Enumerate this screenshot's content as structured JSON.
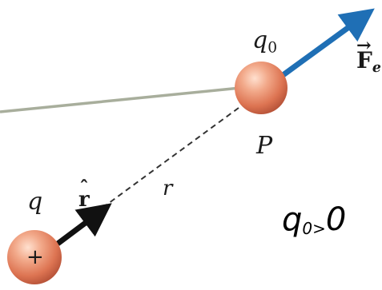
{
  "labels": {
    "source_charge": "q",
    "source_sign": "+",
    "unit_vector": "r",
    "distance": "r",
    "test_charge_base": "q",
    "test_charge_sub": "0",
    "point": "P",
    "force_base": "F",
    "force_sub": "e",
    "condition_base": "q",
    "condition_sub": "0",
    "condition_op": ">",
    "condition_value": "0"
  },
  "colors": {
    "charge_sphere": "#e07a5c",
    "force_arrow": "#1f6fb5",
    "unit_arrow": "#111111",
    "line": "#a8ae9c"
  }
}
